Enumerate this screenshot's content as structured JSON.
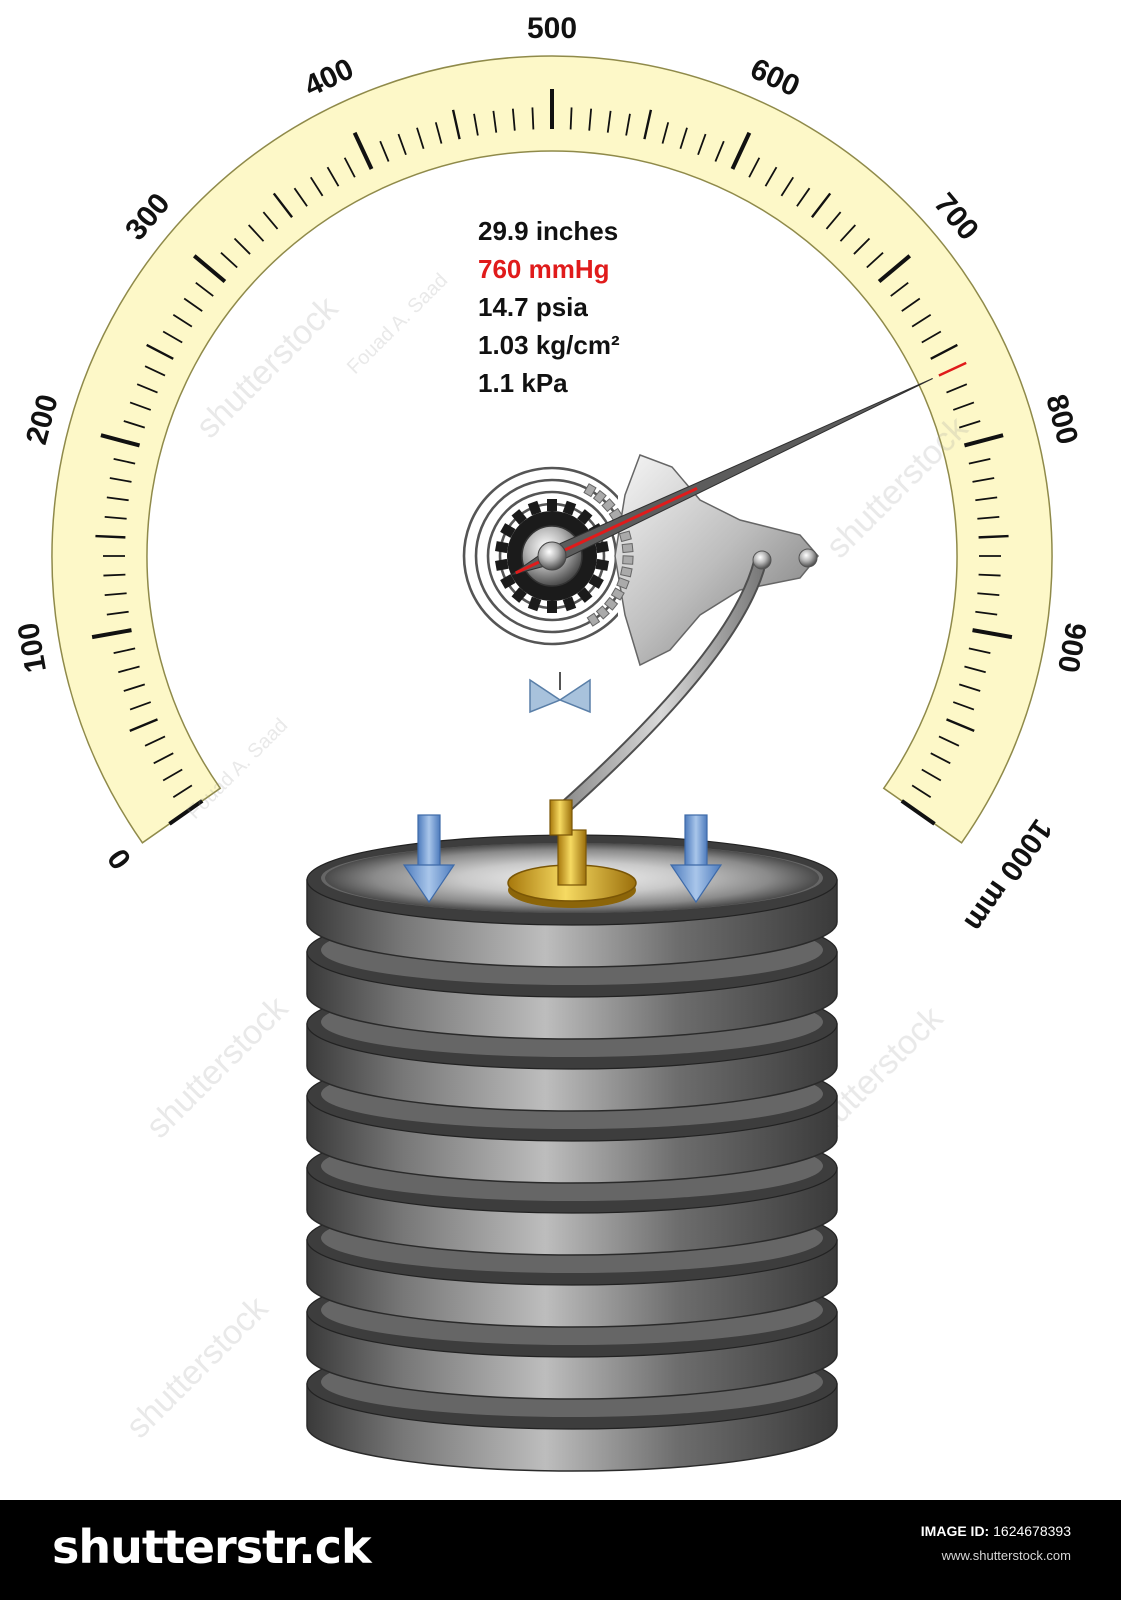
{
  "scale": {
    "min": 0,
    "max": 1000,
    "major_step": 100,
    "minor_step": 10,
    "start_angle_deg": 235,
    "end_angle_deg": 125,
    "labels": [
      "0",
      "100",
      "200",
      "300",
      "400",
      "500",
      "600",
      "700",
      "800",
      "900",
      "1000 mm"
    ],
    "reading": 760,
    "marker_color": "#e01b1b",
    "face_color": "#fdf8c8"
  },
  "readings": [
    {
      "text": "29.9 inches",
      "color": "#111111"
    },
    {
      "text": "760 mmHg",
      "color": "#e01b1b"
    },
    {
      "text": "14.7 psia",
      "color": "#111111"
    },
    {
      "text": "1.03 kg/cm²",
      "color": "#111111"
    },
    {
      "text": "1.1 kPa",
      "color": "#111111"
    }
  ],
  "arrows_color": "#6c96cc",
  "watermarks": {
    "author": "Fouad A. Saad",
    "brand": "shutterstock"
  },
  "footer": {
    "brand": "shutterstr.ck",
    "image_id_label": "IMAGE ID:",
    "image_id": "1624678393",
    "site": "www.shutterstock.com"
  }
}
